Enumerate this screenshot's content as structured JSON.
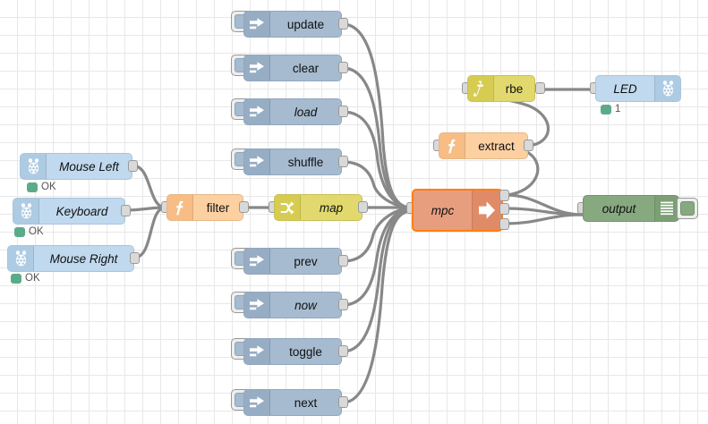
{
  "app": {
    "name": "Node-RED flow editor canvas",
    "grid_size": 20,
    "background_color": "#ffffff",
    "grid_color": "#e8e8e8",
    "wire_color": "#888888"
  },
  "palette": {
    "inject_color": "#a6bbcf",
    "rpi_color": "#c0d9ee",
    "function_color": "#fdd0a2",
    "switch_color": "#e2d96e",
    "rbe_color": "#e2d96e",
    "mpc_color": "#e79e7f",
    "debug_color": "#87a980",
    "selected_outline": "#ff7f0e",
    "status_ok_color": "#5bab8b"
  },
  "nodes": {
    "inputs": [
      {
        "label": "Mouse Left",
        "icon": "raspberry-pi-icon",
        "status": "OK",
        "italic": true
      },
      {
        "label": "Keyboard",
        "icon": "raspberry-pi-icon",
        "status": "OK",
        "italic": true
      },
      {
        "label": "Mouse Right",
        "icon": "raspberry-pi-icon",
        "status": "OK",
        "italic": true
      }
    ],
    "filter": {
      "label": "filter",
      "icon": "function-icon",
      "italic": false
    },
    "map": {
      "label": "map",
      "icon": "switch-icon",
      "italic": true
    },
    "injects": [
      {
        "label": "update",
        "icon": "inject-arrow-icon",
        "italic": false
      },
      {
        "label": "clear",
        "icon": "inject-arrow-icon",
        "italic": false
      },
      {
        "label": "load",
        "icon": "inject-arrow-icon",
        "italic": true
      },
      {
        "label": "shuffle",
        "icon": "inject-arrow-icon",
        "italic": false
      },
      {
        "label": "prev",
        "icon": "inject-arrow-icon",
        "italic": false
      },
      {
        "label": "now",
        "icon": "inject-arrow-icon",
        "italic": true
      },
      {
        "label": "toggle",
        "icon": "inject-arrow-icon",
        "italic": false
      },
      {
        "label": "next",
        "icon": "inject-arrow-icon",
        "italic": false
      }
    ],
    "mpc": {
      "label": "mpc",
      "icon": "right-arrow-icon",
      "italic": true,
      "selected": true,
      "outputs": 3
    },
    "extract": {
      "label": "extract",
      "icon": "function-icon",
      "italic": false
    },
    "rbe": {
      "label": "rbe",
      "icon": "step-function-icon",
      "italic": false
    },
    "led": {
      "label": "LED",
      "icon": "raspberry-pi-icon",
      "italic": true,
      "status": "1"
    },
    "output": {
      "label": "output",
      "icon": "debug-lines-icon",
      "italic": true
    }
  }
}
